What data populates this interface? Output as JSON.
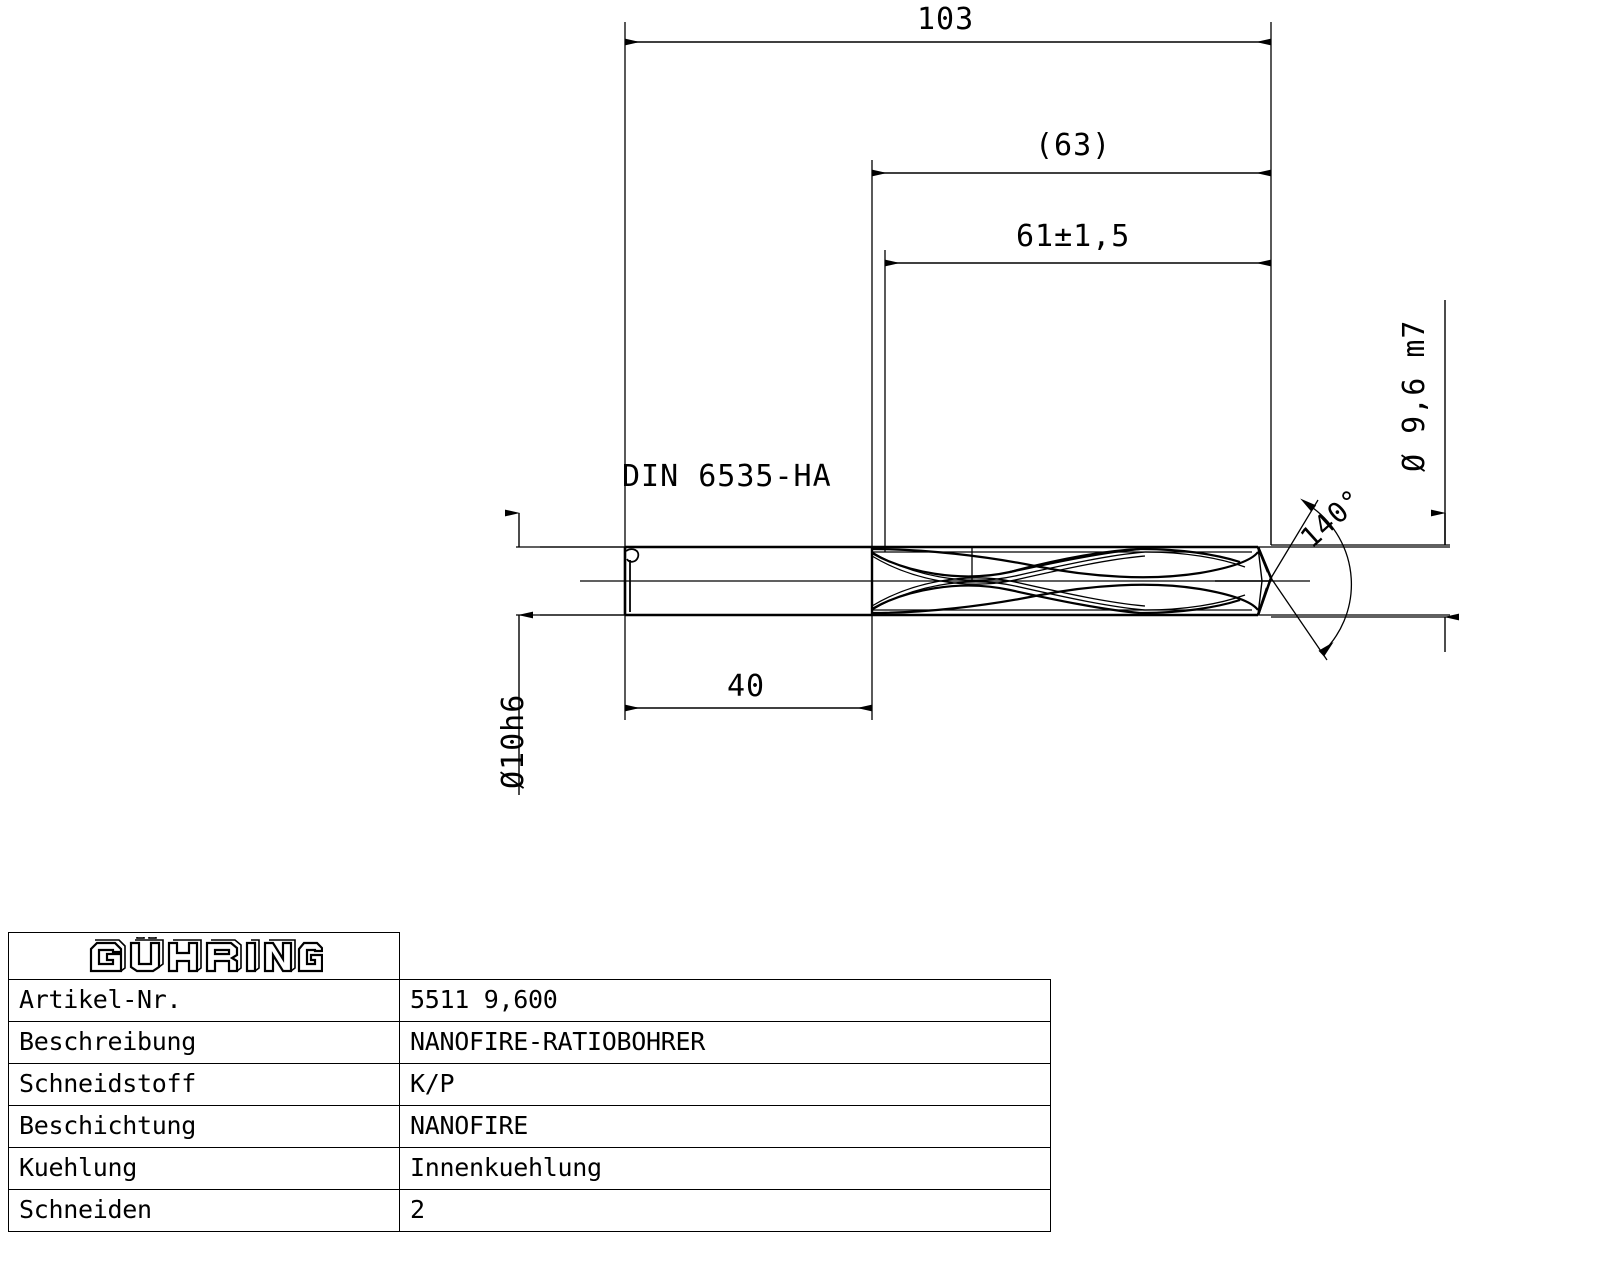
{
  "drawing": {
    "title": "Technical drawing - Guehring NANOFIRE ratio drill",
    "dimensions": {
      "overall_length": "103",
      "flute_reference_length": "(63)",
      "flute_length_tolerance": "61±1,5",
      "shank_length": "40",
      "point_angle": "140°",
      "cutting_diameter": "Ø 9,6 m7",
      "shank_diameter": "Ø10h6"
    },
    "notes": {
      "shank_standard": "DIN 6535-HA"
    }
  },
  "spec_table": {
    "logo": "GÜHRING",
    "rows": [
      {
        "label": "Artikel-Nr.",
        "value": "5511 9,600"
      },
      {
        "label": "Beschreibung",
        "value": "NANOFIRE-RATIOBOHRER"
      },
      {
        "label": "Schneidstoff",
        "value": "K/P"
      },
      {
        "label": "Beschichtung",
        "value": "NANOFIRE"
      },
      {
        "label": "Kuehlung",
        "value": "Innenkuehlung"
      },
      {
        "label": "Schneiden",
        "value": "2"
      }
    ]
  },
  "colors": {
    "line": "#000000",
    "background": "#ffffff"
  }
}
